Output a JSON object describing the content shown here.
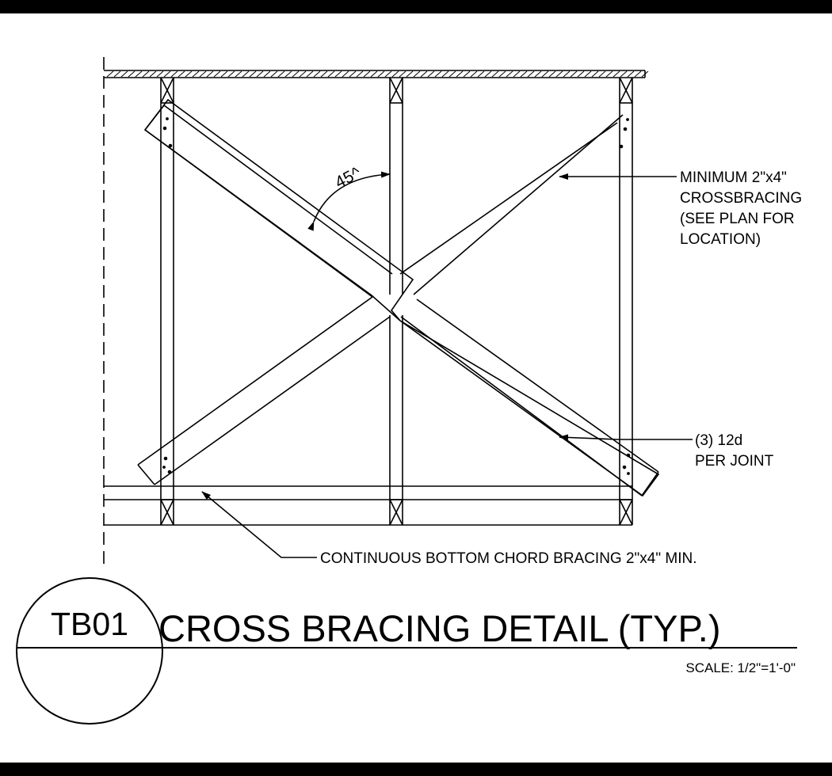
{
  "detail": {
    "id": "TB01",
    "title": "CROSS BRACING DETAIL (TYP.)",
    "scale": "SCALE: 1/2\"=1'-0\""
  },
  "angle_label": "45^",
  "notes": {
    "crossbracing": [
      "MINIMUM 2\"x4\"",
      "CROSSBRACING",
      "(SEE PLAN FOR",
      "LOCATION)"
    ],
    "nailing": [
      "(3) 12d",
      "PER JOINT"
    ],
    "bottom_chord": "CONTINUOUS BOTTOM CHORD BRACING 2\"x4\" MIN."
  },
  "colors": {
    "line": "#000000",
    "paper": "#ffffff",
    "border": "#000000"
  }
}
